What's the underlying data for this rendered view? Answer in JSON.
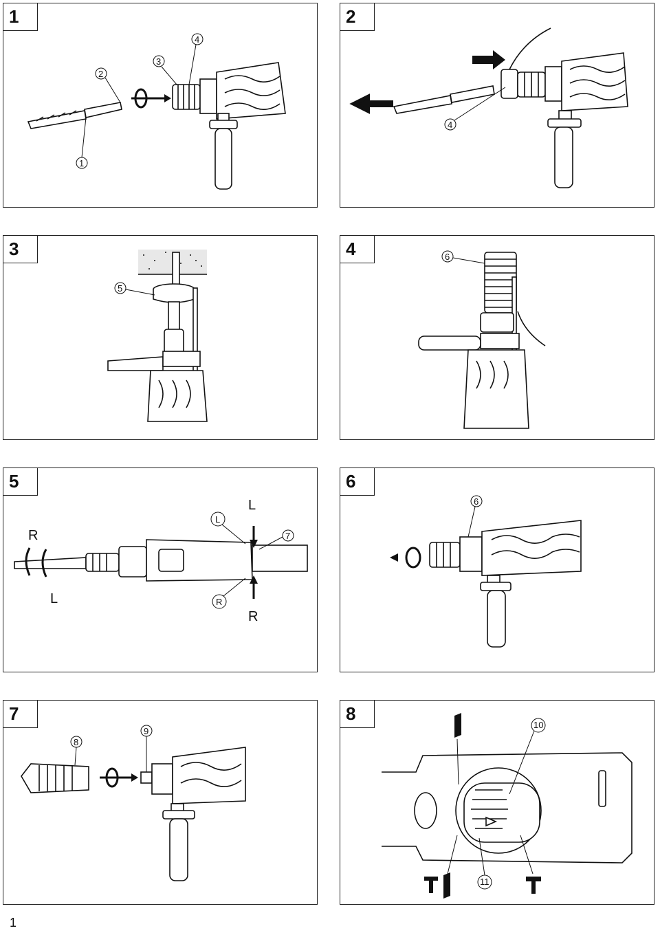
{
  "figures": [
    {
      "number": "1",
      "callouts": [
        "2",
        "3",
        "4",
        "1"
      ]
    },
    {
      "number": "2",
      "callouts": [
        "4"
      ]
    },
    {
      "number": "3",
      "callouts": [
        "5"
      ]
    },
    {
      "number": "4",
      "callouts": [
        "6"
      ]
    },
    {
      "number": "5",
      "callouts": [
        "R",
        "L",
        "L",
        "7",
        "L",
        "R",
        "R"
      ]
    },
    {
      "number": "6",
      "callouts": [
        "6"
      ]
    },
    {
      "number": "7",
      "callouts": [
        "8",
        "9"
      ]
    },
    {
      "number": "8",
      "callouts": [
        "10",
        "11"
      ]
    }
  ],
  "page_number": "1"
}
